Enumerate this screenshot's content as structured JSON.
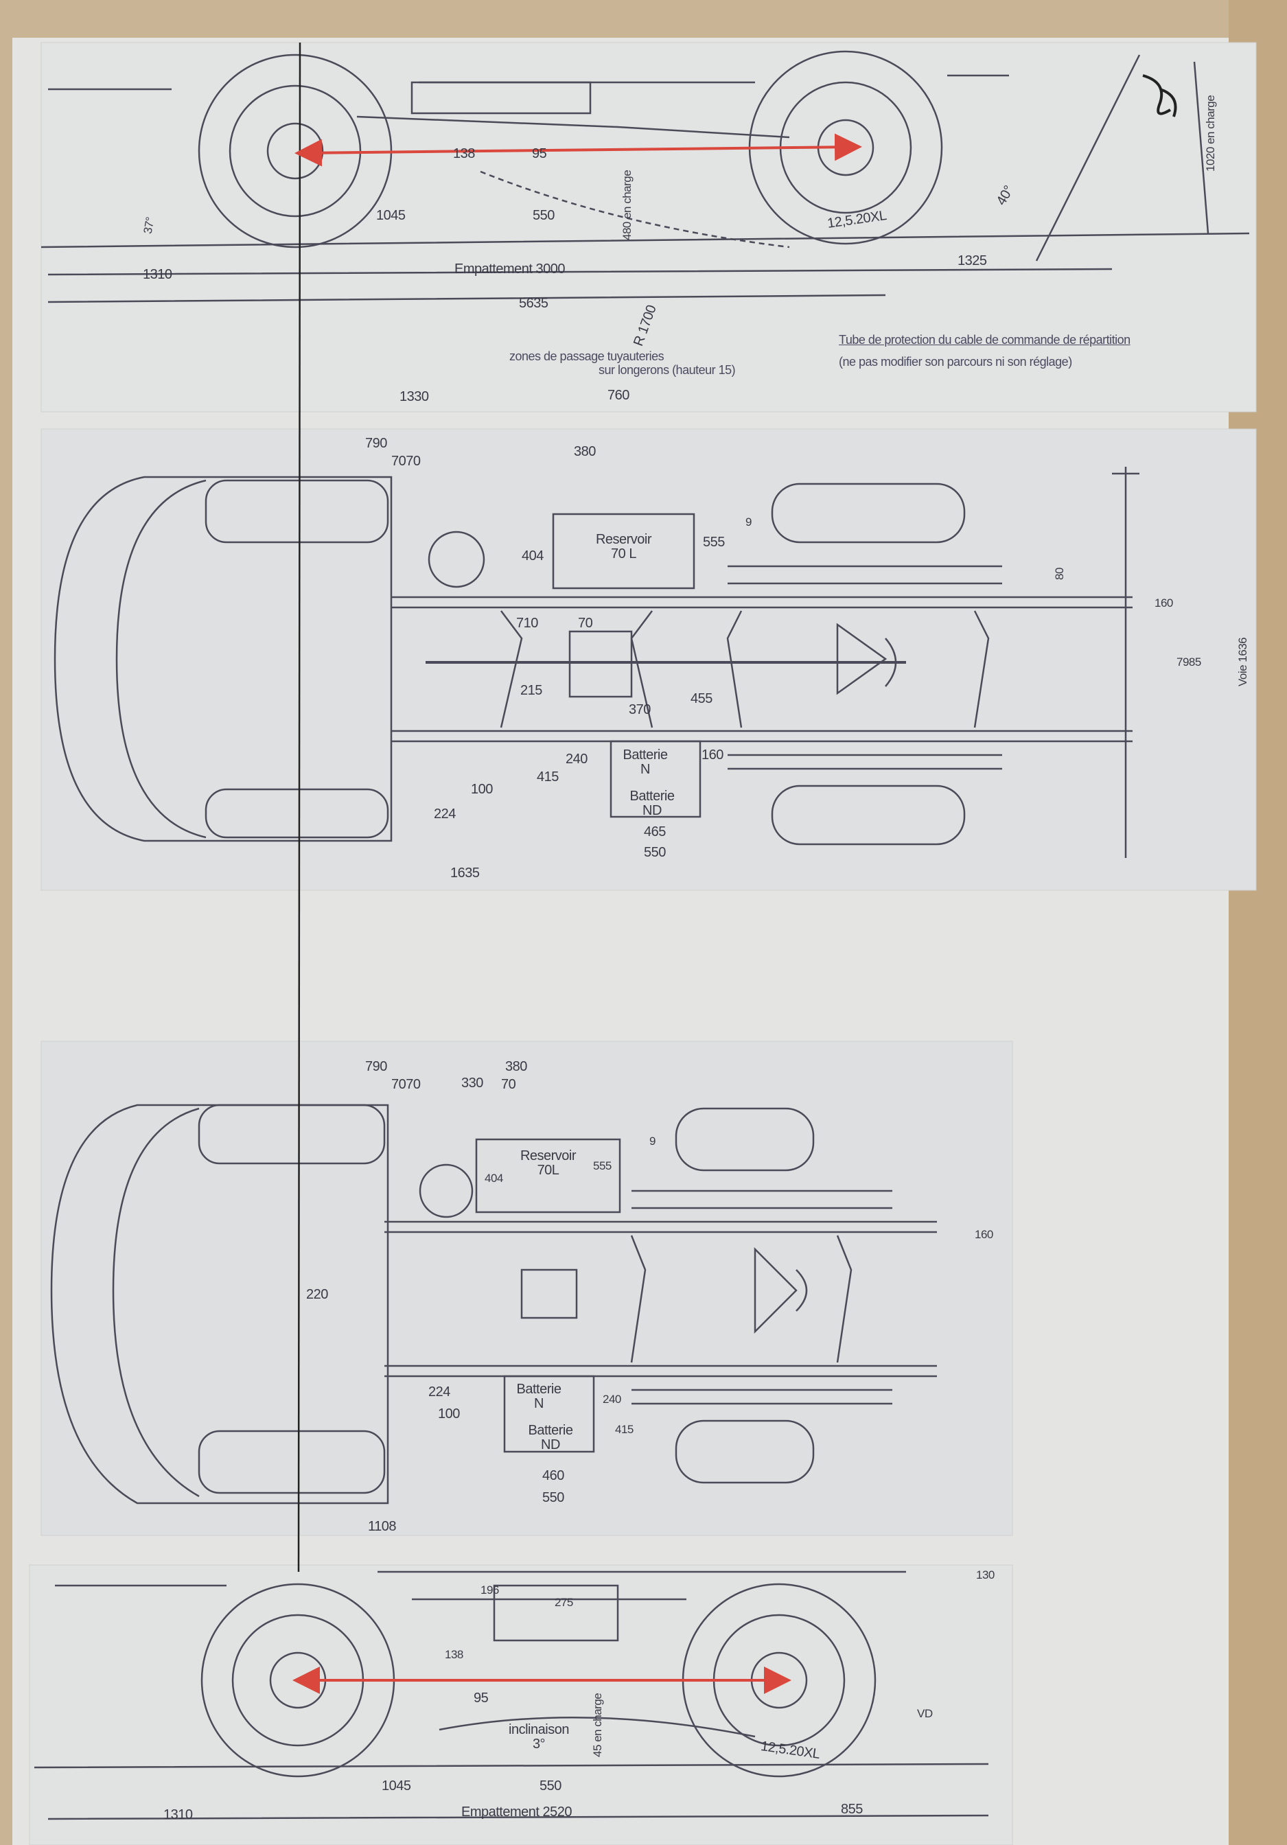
{
  "colors": {
    "board": "#c9b496",
    "paper": "#e9eaea",
    "ink": "#3a3a46",
    "arrow": "#d9473d"
  },
  "signature": "J.D.",
  "side_view_3000": {
    "dims": {
      "d1045": "1045",
      "d550": "550",
      "d480": "480 en charge",
      "d138": "138",
      "d95": "95",
      "tyre": "12,5.20XL",
      "angle40": "40°",
      "d1020": "1020 en charge",
      "d1310": "1310",
      "wheelbase": "Empattement 3000",
      "d1325": "1325",
      "d5635": "5635",
      "radius": "R 1700",
      "d1330": "1330",
      "d760": "760",
      "angle37": "37°"
    },
    "notes": {
      "zones_line1": "zones de passage tuyauteries",
      "zones_line2": "sur longerons (hauteur 15)",
      "tube_line1": "Tube de protection du cable de commande de répartition",
      "tube_line2": "(ne pas modifier son parcours ni son réglage)"
    }
  },
  "top_view_3000": {
    "dims": {
      "d790": "790",
      "d7070": "7070",
      "d380": "380",
      "d404": "404",
      "d555": "555",
      "d9": "9",
      "d710": "710",
      "d70": "70",
      "d215": "215",
      "d370": "370",
      "d455": "455",
      "d240": "240",
      "d415": "415",
      "d160a": "160",
      "d100": "100",
      "d224": "224",
      "d465": "465",
      "d550": "550",
      "d1635": "1635",
      "d80": "80",
      "d160b": "160",
      "d7985": "7985",
      "voie": "Voie 1636"
    },
    "reservoir": {
      "line1": "Reservoir",
      "line2": "70 L"
    },
    "battery_n": {
      "line1": "Batterie",
      "line2": "N"
    },
    "battery_nd": {
      "line1": "Batterie",
      "line2": "ND"
    }
  },
  "top_view_2520": {
    "dims": {
      "d790": "790",
      "d7070": "7070",
      "d330": "330",
      "d70": "70",
      "d380": "380",
      "d404": "404",
      "d555": "555",
      "d9": "9",
      "d160": "160",
      "d220": "220",
      "d224": "224",
      "d100": "100",
      "d240": "240",
      "d415": "415",
      "d460": "460",
      "d550": "550",
      "d1108": "1108"
    },
    "reservoir": {
      "line1": "Reservoir",
      "line2": "70L"
    },
    "battery_n": {
      "line1": "Batterie",
      "line2": "N"
    },
    "battery_nd": {
      "line1": "Batterie",
      "line2": "ND"
    }
  },
  "side_view_2520": {
    "dims": {
      "d138": "138",
      "d196": "196",
      "d275": "275",
      "d95": "95",
      "incl_line1": "inclinaison",
      "incl_line2": "3°",
      "d45": "45 en charge",
      "tyre": "12,5.20XL",
      "d1045": "1045",
      "d550": "550",
      "wheelbase": "Empattement 2520",
      "d855": "855",
      "d1310": "1310",
      "d130": "130",
      "vd": "VD"
    }
  }
}
